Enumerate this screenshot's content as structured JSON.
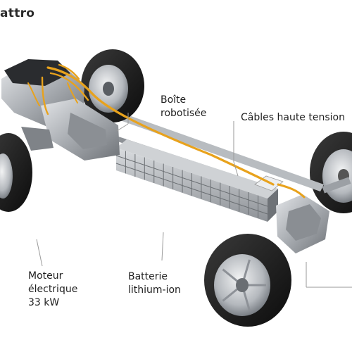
{
  "title": "attro",
  "labels": {
    "gearbox": "Boîte\nrobotisée",
    "cables": "Câbles haute tension",
    "motor": "Moteur\nélectrique\n33 kW",
    "battery": "Batterie\nlithium-ion"
  },
  "colors": {
    "cable": "#e8a21c",
    "line": "#9a9a9a",
    "tire": "#1c1c1c",
    "rim": "#b9bdc2",
    "metal": "#a9adb2"
  }
}
